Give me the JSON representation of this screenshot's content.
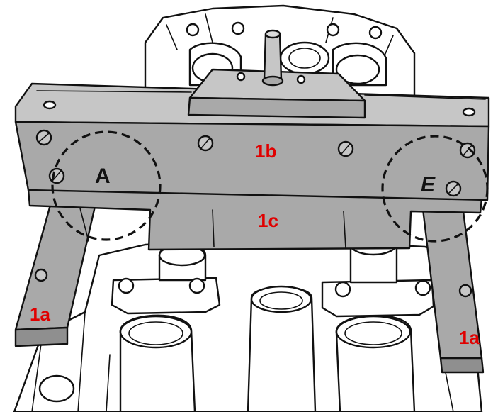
{
  "diagram": {
    "callouts": {
      "left_leg": "1a",
      "right_leg": "1a",
      "upper_bar": "1b",
      "lower_bar": "1c"
    },
    "detail_letters": {
      "left": "A",
      "right": "E"
    },
    "colors": {
      "callout_red": "#e00000",
      "tool_grey": "#a9a9a9",
      "tool_grey_dark": "#8f8f8f",
      "tool_grey_light": "#c6c6c6",
      "engine_white": "#ffffff",
      "outline": "#111111"
    }
  }
}
